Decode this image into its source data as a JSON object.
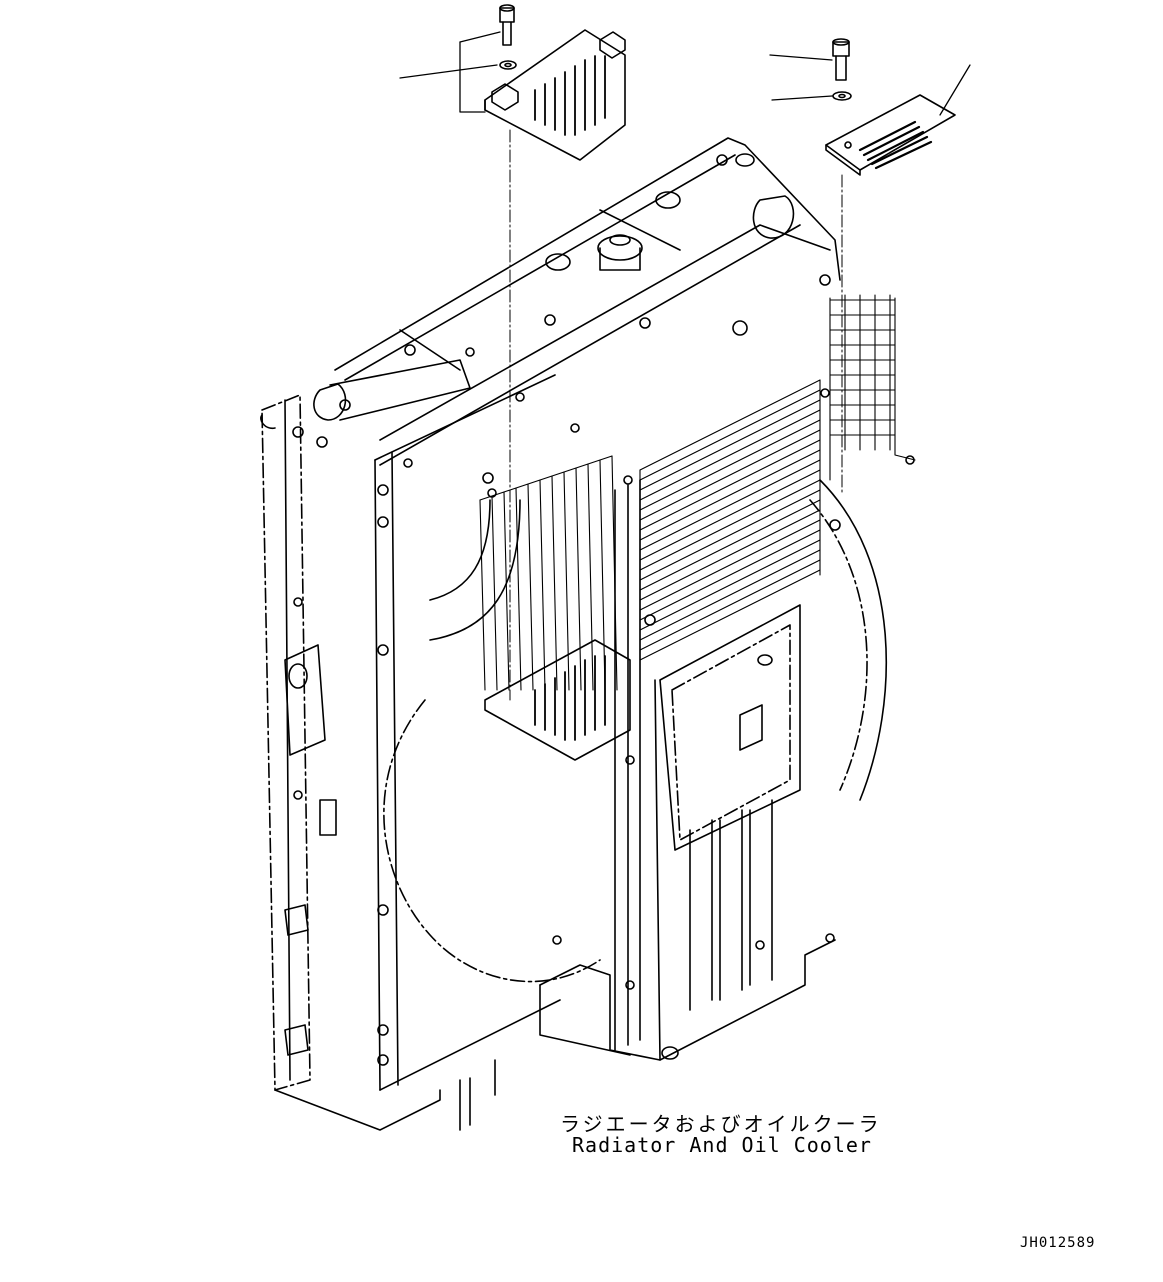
{
  "caption": {
    "japanese": "ラジエータおよびオイルクーラ",
    "english": "Radiator And Oil Cooler"
  },
  "drawing_number": "JH012589",
  "colors": {
    "line": "#000000",
    "background": "#ffffff"
  }
}
